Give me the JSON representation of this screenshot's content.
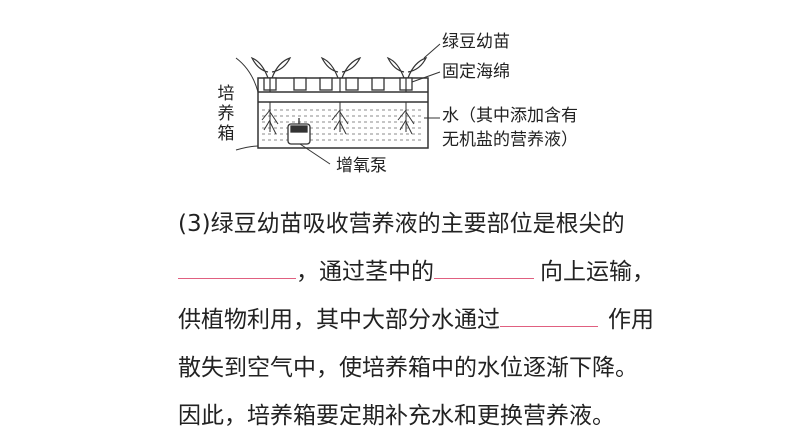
{
  "diagram": {
    "labels": {
      "seedling": "绿豆幼苗",
      "sponge": "固定海绵",
      "water_line1": "水（其中添加含有",
      "water_line2": "无机盐的营养液）",
      "pump": "增氧泵",
      "tank": "培养箱"
    }
  },
  "question": {
    "line1": "(3)绿豆幼苗吸收营养液的主要部位是根尖的",
    "line2_mid": "，通过茎中的",
    "line2_end": "向上运输，",
    "line3_start": "供植物利用，其中大部分水通过",
    "line3_end": "作用",
    "line4": "散失到空气中，使培养箱中的水位逐渐下降。",
    "line5": "因此，培养箱要定期补充水和更换营养液。"
  },
  "colors": {
    "text": "#222222",
    "blank_underline": "#e06080"
  }
}
